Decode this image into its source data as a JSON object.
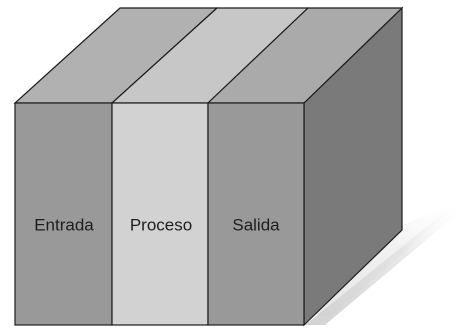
{
  "segments": [
    {
      "label": "Entrada",
      "front_color": "#999999",
      "top_color": "#b1b1b1"
    },
    {
      "label": "Proceso",
      "front_color": "#d2d2d2",
      "top_color": "#c7c7c7"
    },
    {
      "label": "Salida",
      "front_color": "#999999",
      "top_color": "#aaaaaa"
    }
  ],
  "side_color": "#7a7a7a",
  "shadow_color": "#d9d9d9",
  "outline_color": "#1c1c1c"
}
